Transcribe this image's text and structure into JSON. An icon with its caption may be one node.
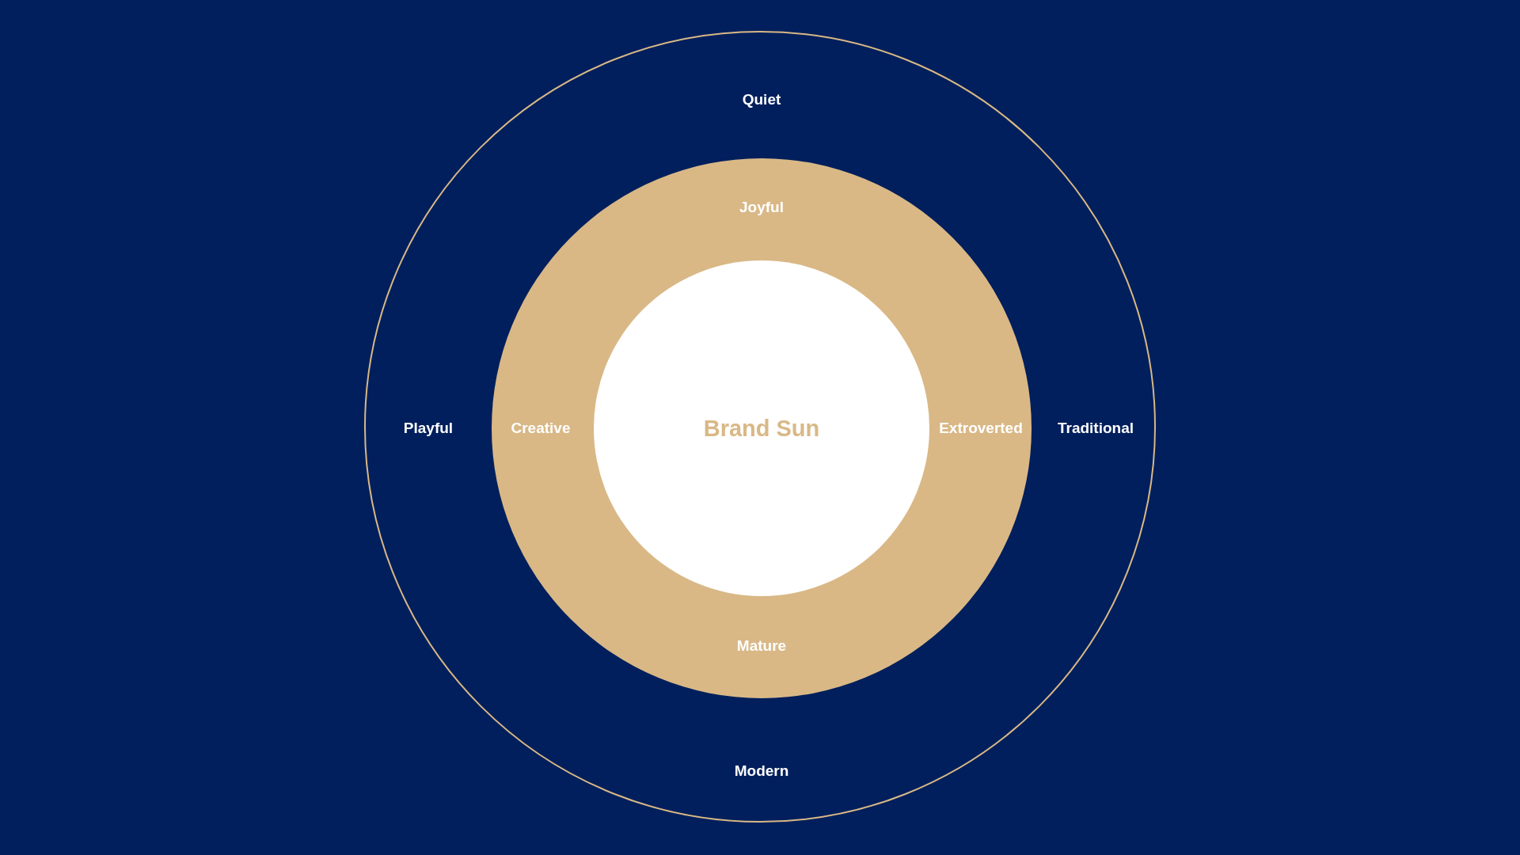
{
  "diagram": {
    "nodes": [
      {
        "text": [
          "Quiet",
          "Playful",
          "Traditional",
          "Modern"
        ]
      },
      {
        "text": [
          "Joyful",
          "Creative",
          "Extroverted",
          "Mature"
        ],
        "in": 0
      },
      {
        "text": [
          "Brand Sun"
        ],
        "in": 1
      }
    ]
  }
}
